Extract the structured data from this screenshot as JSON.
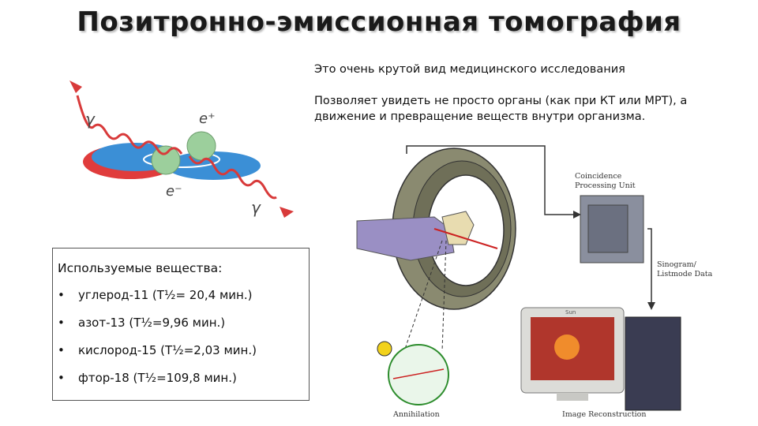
{
  "title": "Позитронно-эмиссионная томография",
  "intro": [
    "Это очень крутой вид медицинского исследования",
    "Позволяет увидеть не просто органы (как при КТ или МРТ), а движение и превращение веществ внутри организма."
  ],
  "substances": {
    "heading": "Используемые вещества:",
    "bullet": "•",
    "items": [
      "углерод-11  (T½= 20,4 мин.)",
      "азот-13  (T½=9,96 мин.)",
      "кислород-15  (T½=2,03 мин.)",
      "фтор-18  (T½=109,8 мин.)"
    ]
  },
  "annihilation_figure": {
    "gamma_top": "γ",
    "gamma_bottom": "γ",
    "positron": "e⁺",
    "electron": "e⁻"
  },
  "pet_diagram": {
    "coincidence_unit": [
      "Coincidence",
      "Processing Unit"
    ],
    "sinogram": [
      "Sinogram/",
      "Listmode Data"
    ],
    "annihilation": "Annihilation",
    "image_reconstruction": "Image Reconstruction",
    "monitor_brand": "Sun"
  },
  "colors": {
    "wave": "#d83a3a",
    "disk_blue": "#3b8fd6",
    "disk_red": "#e03c3c",
    "sphere": "#9ccf9c",
    "body": "#9a8fc4",
    "ring": "#6f6f58"
  }
}
